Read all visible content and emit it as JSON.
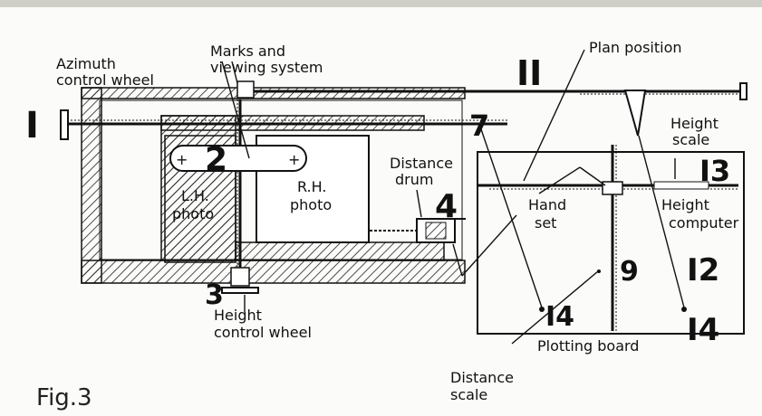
{
  "labels": {
    "azimuth_1": "Azimuth",
    "azimuth_2": "control wheel",
    "marks_1": "Marks and",
    "marks_2": "viewing system",
    "plan": "Plan position",
    "height_scale_1": "Height",
    "height_scale_2": "scale",
    "lh_1": "L.H.",
    "lh_2": "photo",
    "rh_1": "R.H.",
    "rh_2": "photo",
    "distance_drum_1": "Distance",
    "distance_drum_2": "drum",
    "hand_set_1": "Hand",
    "hand_set_2": "set",
    "height_computer_1": "Height",
    "height_computer_2": "computer",
    "height_wheel_1": "Height",
    "height_wheel_2": "control wheel",
    "plotting_board": "Plotting board",
    "distance_scale_1": "Distance",
    "distance_scale_2": "scale",
    "figure": "Fig.3"
  },
  "numbers": {
    "n1": "I",
    "n2": "2",
    "n3": "3",
    "n4": "4",
    "n7": "7",
    "n9": "9",
    "n11": "II",
    "n12": "I2",
    "n13": "I3",
    "n14a": "I4",
    "n14b": "I4"
  },
  "colors": {
    "ink": "#111111",
    "paper": "#fbfbf9"
  }
}
